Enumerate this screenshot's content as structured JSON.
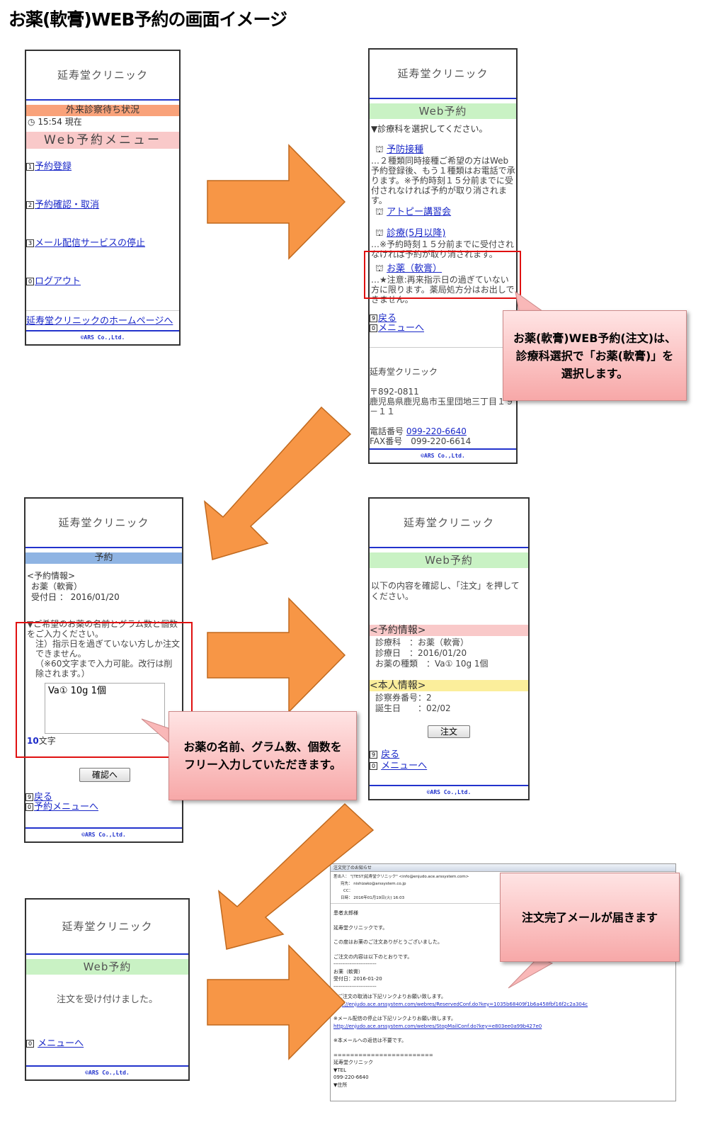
{
  "page_title": "お薬(軟膏)WEB予約の画面イメージ",
  "clinic_name": "延寿堂クリニック",
  "footer": "©ARS Co.,Ltd.",
  "screen1": {
    "wait_status": "外来診察待ち状況",
    "time": "15:54 現在",
    "menu_title": "Web予約メニュー",
    "items": [
      {
        "key": "1",
        "label": "予約登録"
      },
      {
        "key": "2",
        "label": "予約確認・取消"
      },
      {
        "key": "3",
        "label": "メール配信サービスの停止"
      },
      {
        "key": "0",
        "label": "ログアウト"
      }
    ],
    "homepage_link": "延寿堂クリニックのホームページへ"
  },
  "screen2": {
    "header": "Web予約",
    "prompt": "▼診療科を選択してください。",
    "dept1": "予防接種",
    "dept1_note": "…２種類同時接種ご希望の方はWeb予約登録後、もう１種類はお電話で承ります。※予約時刻１５分前までに受付されなければ予約が取り消されます。",
    "dept2": "アトピー講習会",
    "dept3": "診療(5月以降)",
    "dept3_note": "…※予約時刻１５分前までに受付されなければ予約が取り消されます。",
    "dept4": "お薬（軟膏）",
    "dept4_note": "…★注意:再来指示日の過ぎていない方に限ります。薬局処方分はお出しできません。",
    "back_key": "9",
    "back": "戻る",
    "menu_key": "0",
    "menu": "メニューへ",
    "postal": "〒892-0811",
    "address": "鹿児島県鹿児島市玉里団地三丁目１９－１１",
    "tel_label": "電話番号",
    "tel": "099-220-6640",
    "fax_label": "FAX番号",
    "fax": "099-220-6614"
  },
  "screen3": {
    "header": "予約",
    "info_head": "<予約情報>",
    "info_dept": "お薬（軟膏）",
    "info_date": "受付日 ： 2016/01/20",
    "instruction": "▼ご希望のお薬の名前とグラム数と個数をご入力ください。",
    "notice": "注）指示日を過ぎていない方しか注文できません。",
    "limit": "（※60文字まで入力可能。改行は削除されます。）",
    "textarea_value": "Va① 10g 1個",
    "char_count": "10",
    "char_unit": "文字",
    "confirm_button": "確認へ",
    "back_key": "9",
    "back": "戻る",
    "menu_key": "0",
    "menu": "予約メニューへ"
  },
  "screen4": {
    "header": "Web予約",
    "instruction": "以下の内容を確認し、「注文」を押してください。",
    "reservation_head": "<予約情報>",
    "dept": "診療科　：お薬（軟膏）",
    "date": "診療日　：2016/01/20",
    "med": "お薬の種類　：Va① 10g 1個",
    "personal_head": "<本人情報>",
    "patient_no": "診察券番号：2",
    "birthday": "誕生日　　：02/02",
    "order_button": "注文",
    "back_key": "9",
    "back": "戻る",
    "menu_key": "0",
    "menu": "メニューへ"
  },
  "screen5": {
    "header": "Web予約",
    "message": "注文を受け付けました。",
    "menu_key": "0",
    "menu": "メニューへ"
  },
  "email": {
    "window_title": "注文完了のお知らせ",
    "from": "差出人： \"[TEST]延寿堂クリニック\" <info@enjudo.ace.arssystem.com>",
    "to": "宛先： nishizako@arssystem.co.jp",
    "cc": "CC：",
    "date": "日時： 2016年01月19日(火) 16:03",
    "greeting": "患者太郎様",
    "intro": "延寿堂クリニックです。",
    "thanks": "この度はお薬のご注文ありがとうございました。",
    "contents_label": "ご注文の内容は以下のとおりです。",
    "separator": "------------------------",
    "item": "お薬（軟膏）",
    "received": "受付日：2016-01-20",
    "cancel_note": "※ご注文の取消は下記リンクよりお願い致します。",
    "cancel_link": "http://enjudo.ace.arssystem.com/webres/ReservedConf.do?key=1035b68409f1b6a458fbf16f2c2a304c",
    "stop_note": "※メール配信の停止は下記リンクよりお願い致します。",
    "stop_link": "http://enjudo.ace.arssystem.com/webres/StopMailConf.do?key=e803ee0a99b427e0",
    "no_reply": "※本メールへの返信は不要です。",
    "separator2": "========================",
    "sig_name": "延寿堂クリニック",
    "sig_tel_label": "▼TEL",
    "sig_tel": "099-220-6640",
    "sig_addr_label": "▼住所"
  },
  "callouts": {
    "c1": "お薬(軟膏)WEB予約(注文)は、診療科選択で「お薬(軟膏)」を選択します。",
    "c2": "お薬の名前、グラム数、個数をフリー入力していただきます。",
    "c3": "注文完了メールが届きます"
  },
  "colors": {
    "arrow": "#f79646",
    "link": "#1a28c8",
    "divider": "#2233cc",
    "highlight": "#e01010"
  }
}
